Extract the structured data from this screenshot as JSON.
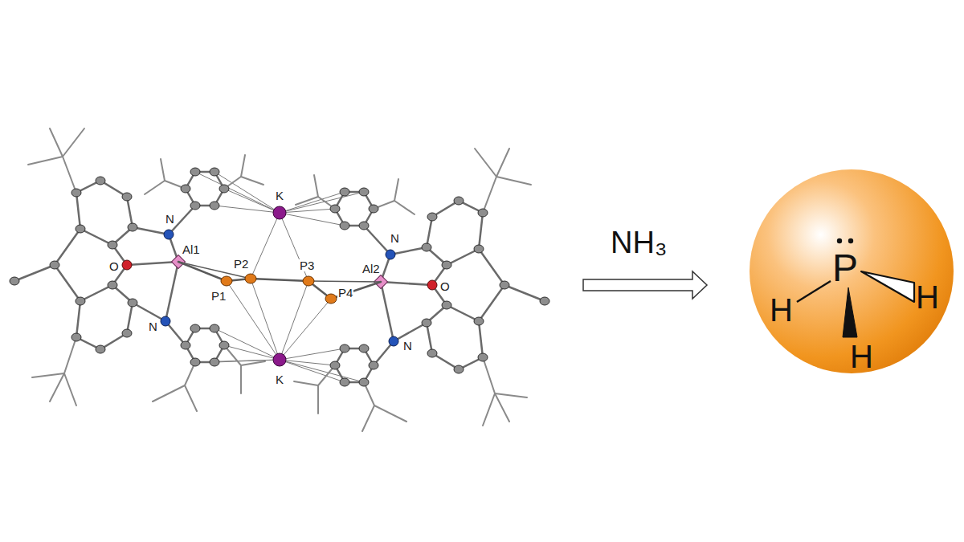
{
  "diagram": {
    "nodes": [
      {
        "text": [
          "P",
          "H",
          "H",
          "H"
        ]
      }
    ],
    "labels": [
      "K",
      "N",
      "N",
      "Al1",
      "P2",
      "P3",
      "Al2",
      "O",
      "O",
      "P1",
      "P4",
      "N",
      "N",
      "K",
      "NH₃"
    ]
  }
}
